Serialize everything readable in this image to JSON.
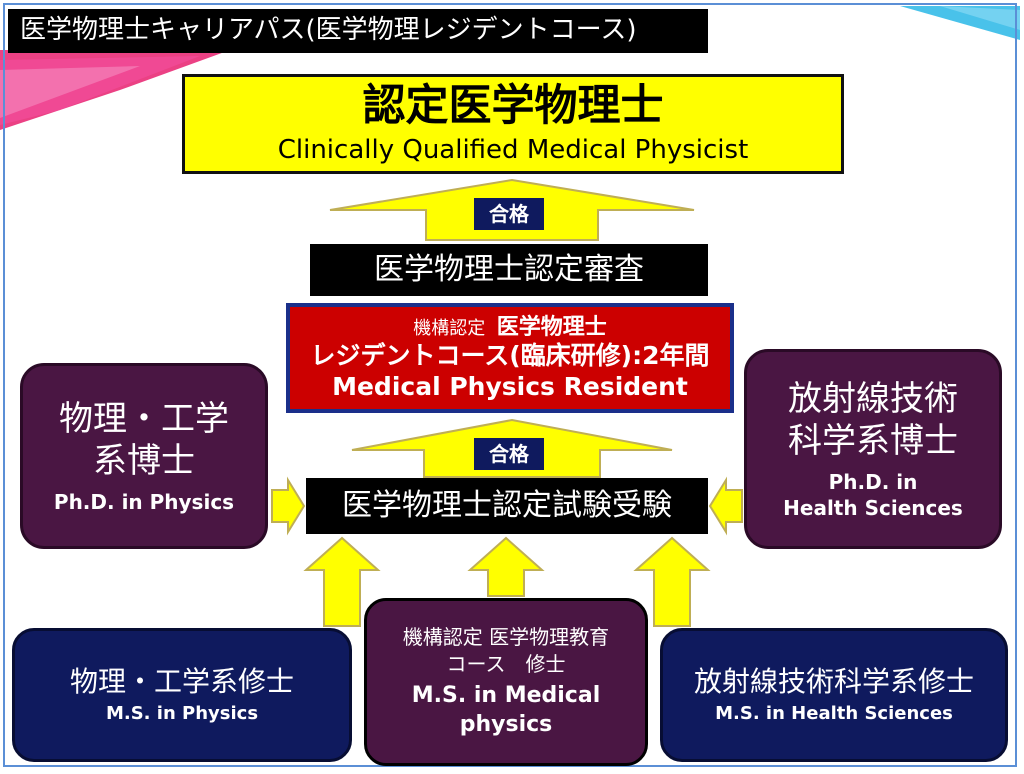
{
  "header": {
    "title": "医学物理士キャリアパス(医学物理レジデントコース)"
  },
  "goal": {
    "title_jp": "認定医学物理士",
    "title_en": "Clinically Qualified Medical Physicist"
  },
  "badges": {
    "pass_top": "合格",
    "pass_middle": "合格"
  },
  "certification_review": {
    "label": "医学物理士認定審査"
  },
  "residency": {
    "prefix": "機構認定",
    "name": "医学物理士",
    "line2": "レジデントコース(臨床研修):2年間",
    "line3": "Medical Physics Resident"
  },
  "certification_exam": {
    "label": "医学物理士認定試験受験"
  },
  "phd_physics": {
    "jp_line1": "物理・工学",
    "jp_line2": "系博士",
    "en": "Ph.D. in Physics"
  },
  "phd_health": {
    "jp_line1": "放射線技術",
    "jp_line2": "科学系博士",
    "en_line1": "Ph.D. in",
    "en_line2": "Health Sciences"
  },
  "ms_physics": {
    "jp": "物理・工学系修士",
    "en": "M.S. in Physics"
  },
  "ms_medical": {
    "jp_line1": "機構認定 医学物理教育",
    "jp_line2": "コース　修士",
    "en_line1": "M.S. in Medical",
    "en_line2": "physics"
  },
  "ms_health": {
    "jp": "放射線技術科学系修士",
    "en": "M.S. in Health Sciences"
  },
  "colors": {
    "arrow_fill": "#ffff00",
    "arrow_stroke": "#bfae55",
    "goal_fill": "#ffff00",
    "residency_fill": "#cc0000",
    "phd_fill": "#4a1643",
    "ms_fill": "#0f1a5e",
    "label_fill": "#000000",
    "badge_fill": "#0f1a5e"
  }
}
